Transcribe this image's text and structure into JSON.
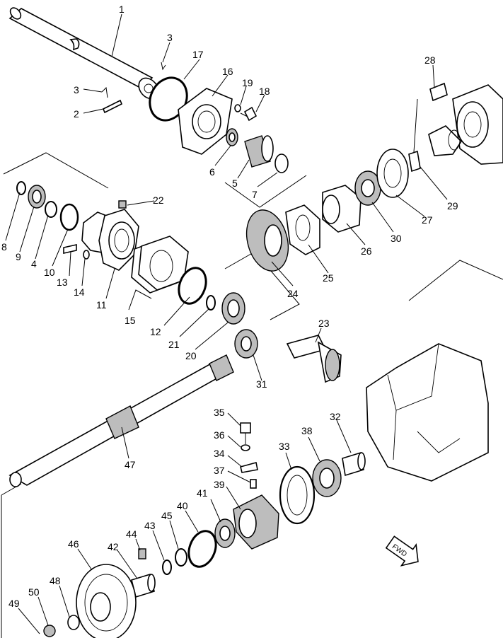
{
  "diagram": {
    "labels": [
      "1",
      "2",
      "3",
      "3",
      "4",
      "5",
      "6",
      "7",
      "8",
      "9",
      "10",
      "11",
      "12",
      "13",
      "14",
      "15",
      "16",
      "17",
      "18",
      "19",
      "20",
      "21",
      "22",
      "23",
      "24",
      "25",
      "26",
      "27",
      "28",
      "29",
      "30",
      "31",
      "32",
      "33",
      "34",
      "35",
      "36",
      "37",
      "38",
      "39",
      "40",
      "41",
      "42",
      "43",
      "44",
      "45",
      "46",
      "47",
      "48",
      "49",
      "50"
    ],
    "direction_marker": "FWD"
  }
}
